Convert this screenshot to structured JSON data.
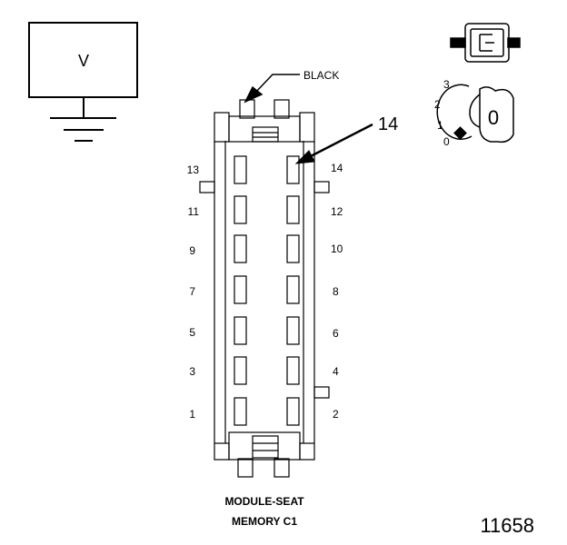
{
  "voltmeter": {
    "label": "V"
  },
  "callouts": {
    "color_label": "BLACK",
    "pointer_pin": "14"
  },
  "ignition": {
    "key_position": "0",
    "positions": [
      "3",
      "2",
      "1",
      "0"
    ]
  },
  "connector": {
    "caption_line1": "MODULE-SEAT",
    "caption_line2": "MEMORY C1",
    "left_pins": [
      "13",
      "11",
      "9",
      "7",
      "5",
      "3",
      "1"
    ],
    "right_pins": [
      "14",
      "12",
      "10",
      "8",
      "6",
      "4",
      "2"
    ]
  },
  "figure_number": "11658"
}
